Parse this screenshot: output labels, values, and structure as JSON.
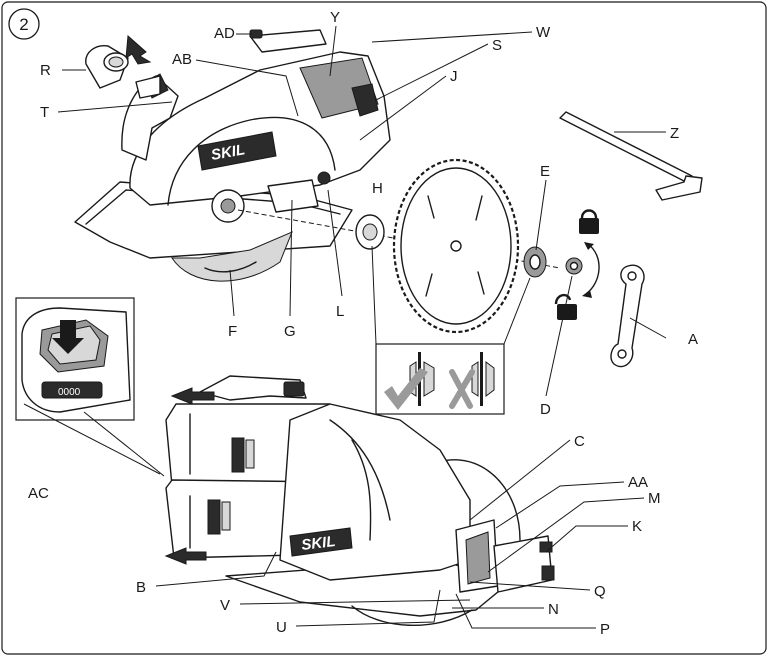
{
  "figure_number": "2",
  "brand_text": "SKIL",
  "battery_gauge_text": "0000",
  "labels": {
    "AD": "AD",
    "Y": "Y",
    "W": "W",
    "R": "R",
    "AB": "AB",
    "S": "S",
    "T": "T",
    "J": "J",
    "Z": "Z",
    "H": "H",
    "E": "E",
    "L": "L",
    "F": "F",
    "G": "G",
    "A": "A",
    "D": "D",
    "C": "C",
    "AC": "AC",
    "AA": "AA",
    "M": "M",
    "K": "K",
    "B": "B",
    "Q": "Q",
    "V": "V",
    "N": "N",
    "U": "U",
    "P": "P"
  },
  "icons": [
    "lock-closed-icon",
    "lock-open-icon",
    "check-mark-icon",
    "cross-mark-icon",
    "arrow-icon"
  ]
}
